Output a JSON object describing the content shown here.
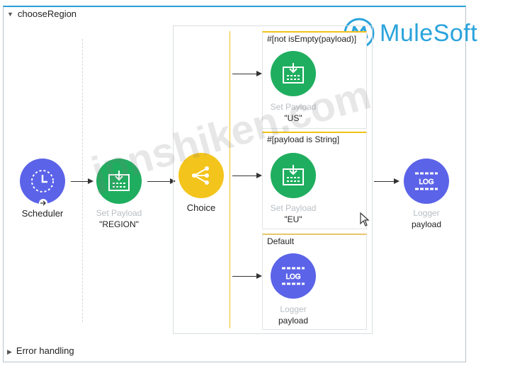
{
  "flow": {
    "name": "chooseRegion",
    "error_handling": "Error handling"
  },
  "logo": {
    "text": "MuleSoft"
  },
  "watermark": {
    "text": "jpnshiken.com"
  },
  "scheduler": {
    "label": "Scheduler"
  },
  "set_payload_main": {
    "title": "Set Payload",
    "value": "\"REGION\""
  },
  "choice": {
    "label": "Choice"
  },
  "routes": [
    {
      "expr": "#[not isEmpty(payload)]",
      "title": "Set Payload",
      "value": "\"US\""
    },
    {
      "expr": "#[payload is String]",
      "title": "Set Payload",
      "value": "\"EU\""
    },
    {
      "expr": "Default",
      "title": "Logger",
      "value": "payload"
    }
  ],
  "logger_main": {
    "title": "Logger",
    "value": "payload"
  },
  "icons": {
    "scheduler": "clock-icon",
    "set_payload": "set-payload-icon",
    "choice": "choice-router-icon",
    "logger": "log-icon"
  },
  "colors": {
    "scheduler": "#5b63e8",
    "set_payload": "#1fae5f",
    "choice": "#f3c41c",
    "logger": "#5b63e8",
    "accent": "#2a9fd6"
  }
}
